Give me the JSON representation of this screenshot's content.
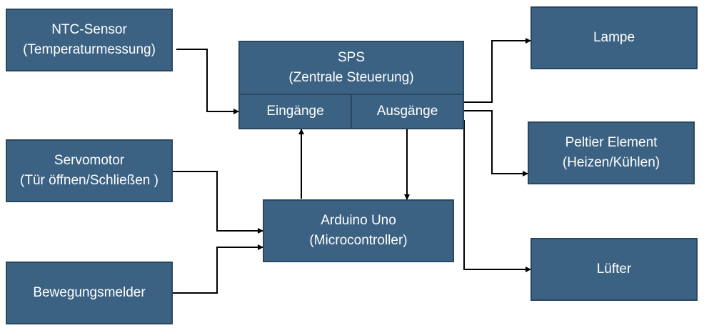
{
  "nodes": {
    "ntc": {
      "line1": "NTC-Sensor",
      "line2": "(Temperaturmessung)"
    },
    "servo": {
      "line1": "Servomotor",
      "line2": "(Tür öffnen/Schließen )"
    },
    "motion": {
      "line1": "Bewegungsmelder"
    },
    "sps": {
      "line1": "SPS",
      "line2": "(Zentrale Steuerung)",
      "inputs": "Eingänge",
      "outputs": "Ausgänge"
    },
    "arduino": {
      "line1": "Arduino Uno",
      "line2": "(Microcontroller)"
    },
    "lamp": {
      "line1": "Lampe"
    },
    "peltier": {
      "line1": "Peltier Element",
      "line2": "(Heizen/Kühlen)"
    },
    "fan": {
      "line1": "Lüfter"
    }
  },
  "colors": {
    "box_fill": "#3b6282",
    "box_border": "#2a4760",
    "text": "#ffffff",
    "connector": "#000000"
  }
}
